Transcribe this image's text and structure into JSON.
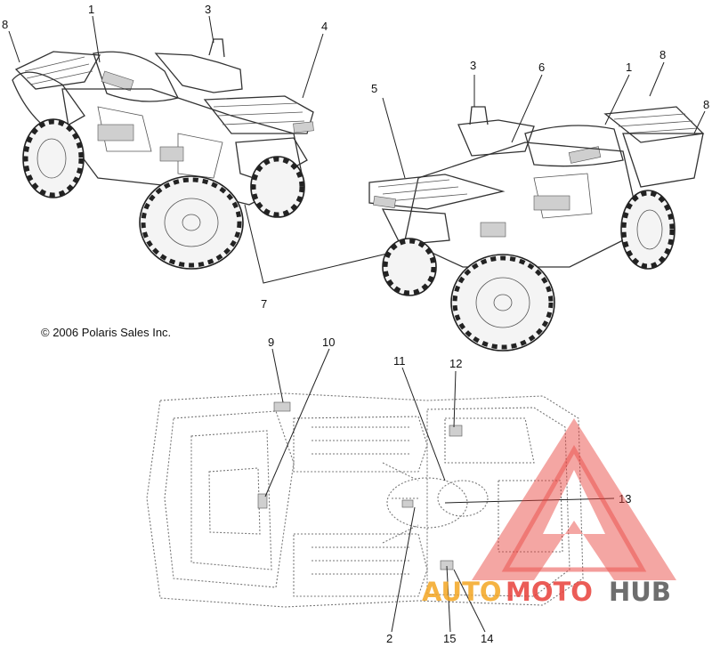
{
  "copyright": "© 2006 Polaris Sales Inc.",
  "callouts": {
    "c8a": "8",
    "c1a": "1",
    "c3a": "3",
    "c4": "4",
    "c3b": "3",
    "c6": "6",
    "c1b": "1",
    "c8b": "8",
    "c8c": "8",
    "c5": "5",
    "c7": "7",
    "c9": "9",
    "c10": "10",
    "c11": "11",
    "c12": "12",
    "c13": "13",
    "c2": "2",
    "c15": "15",
    "c14": "14"
  },
  "watermark": {
    "part1": "AUTO",
    "part2": "MOTO",
    "part3": "HUB",
    "color_orange": "#f4a623",
    "color_red": "#e8403a",
    "color_dark": "#555555"
  }
}
